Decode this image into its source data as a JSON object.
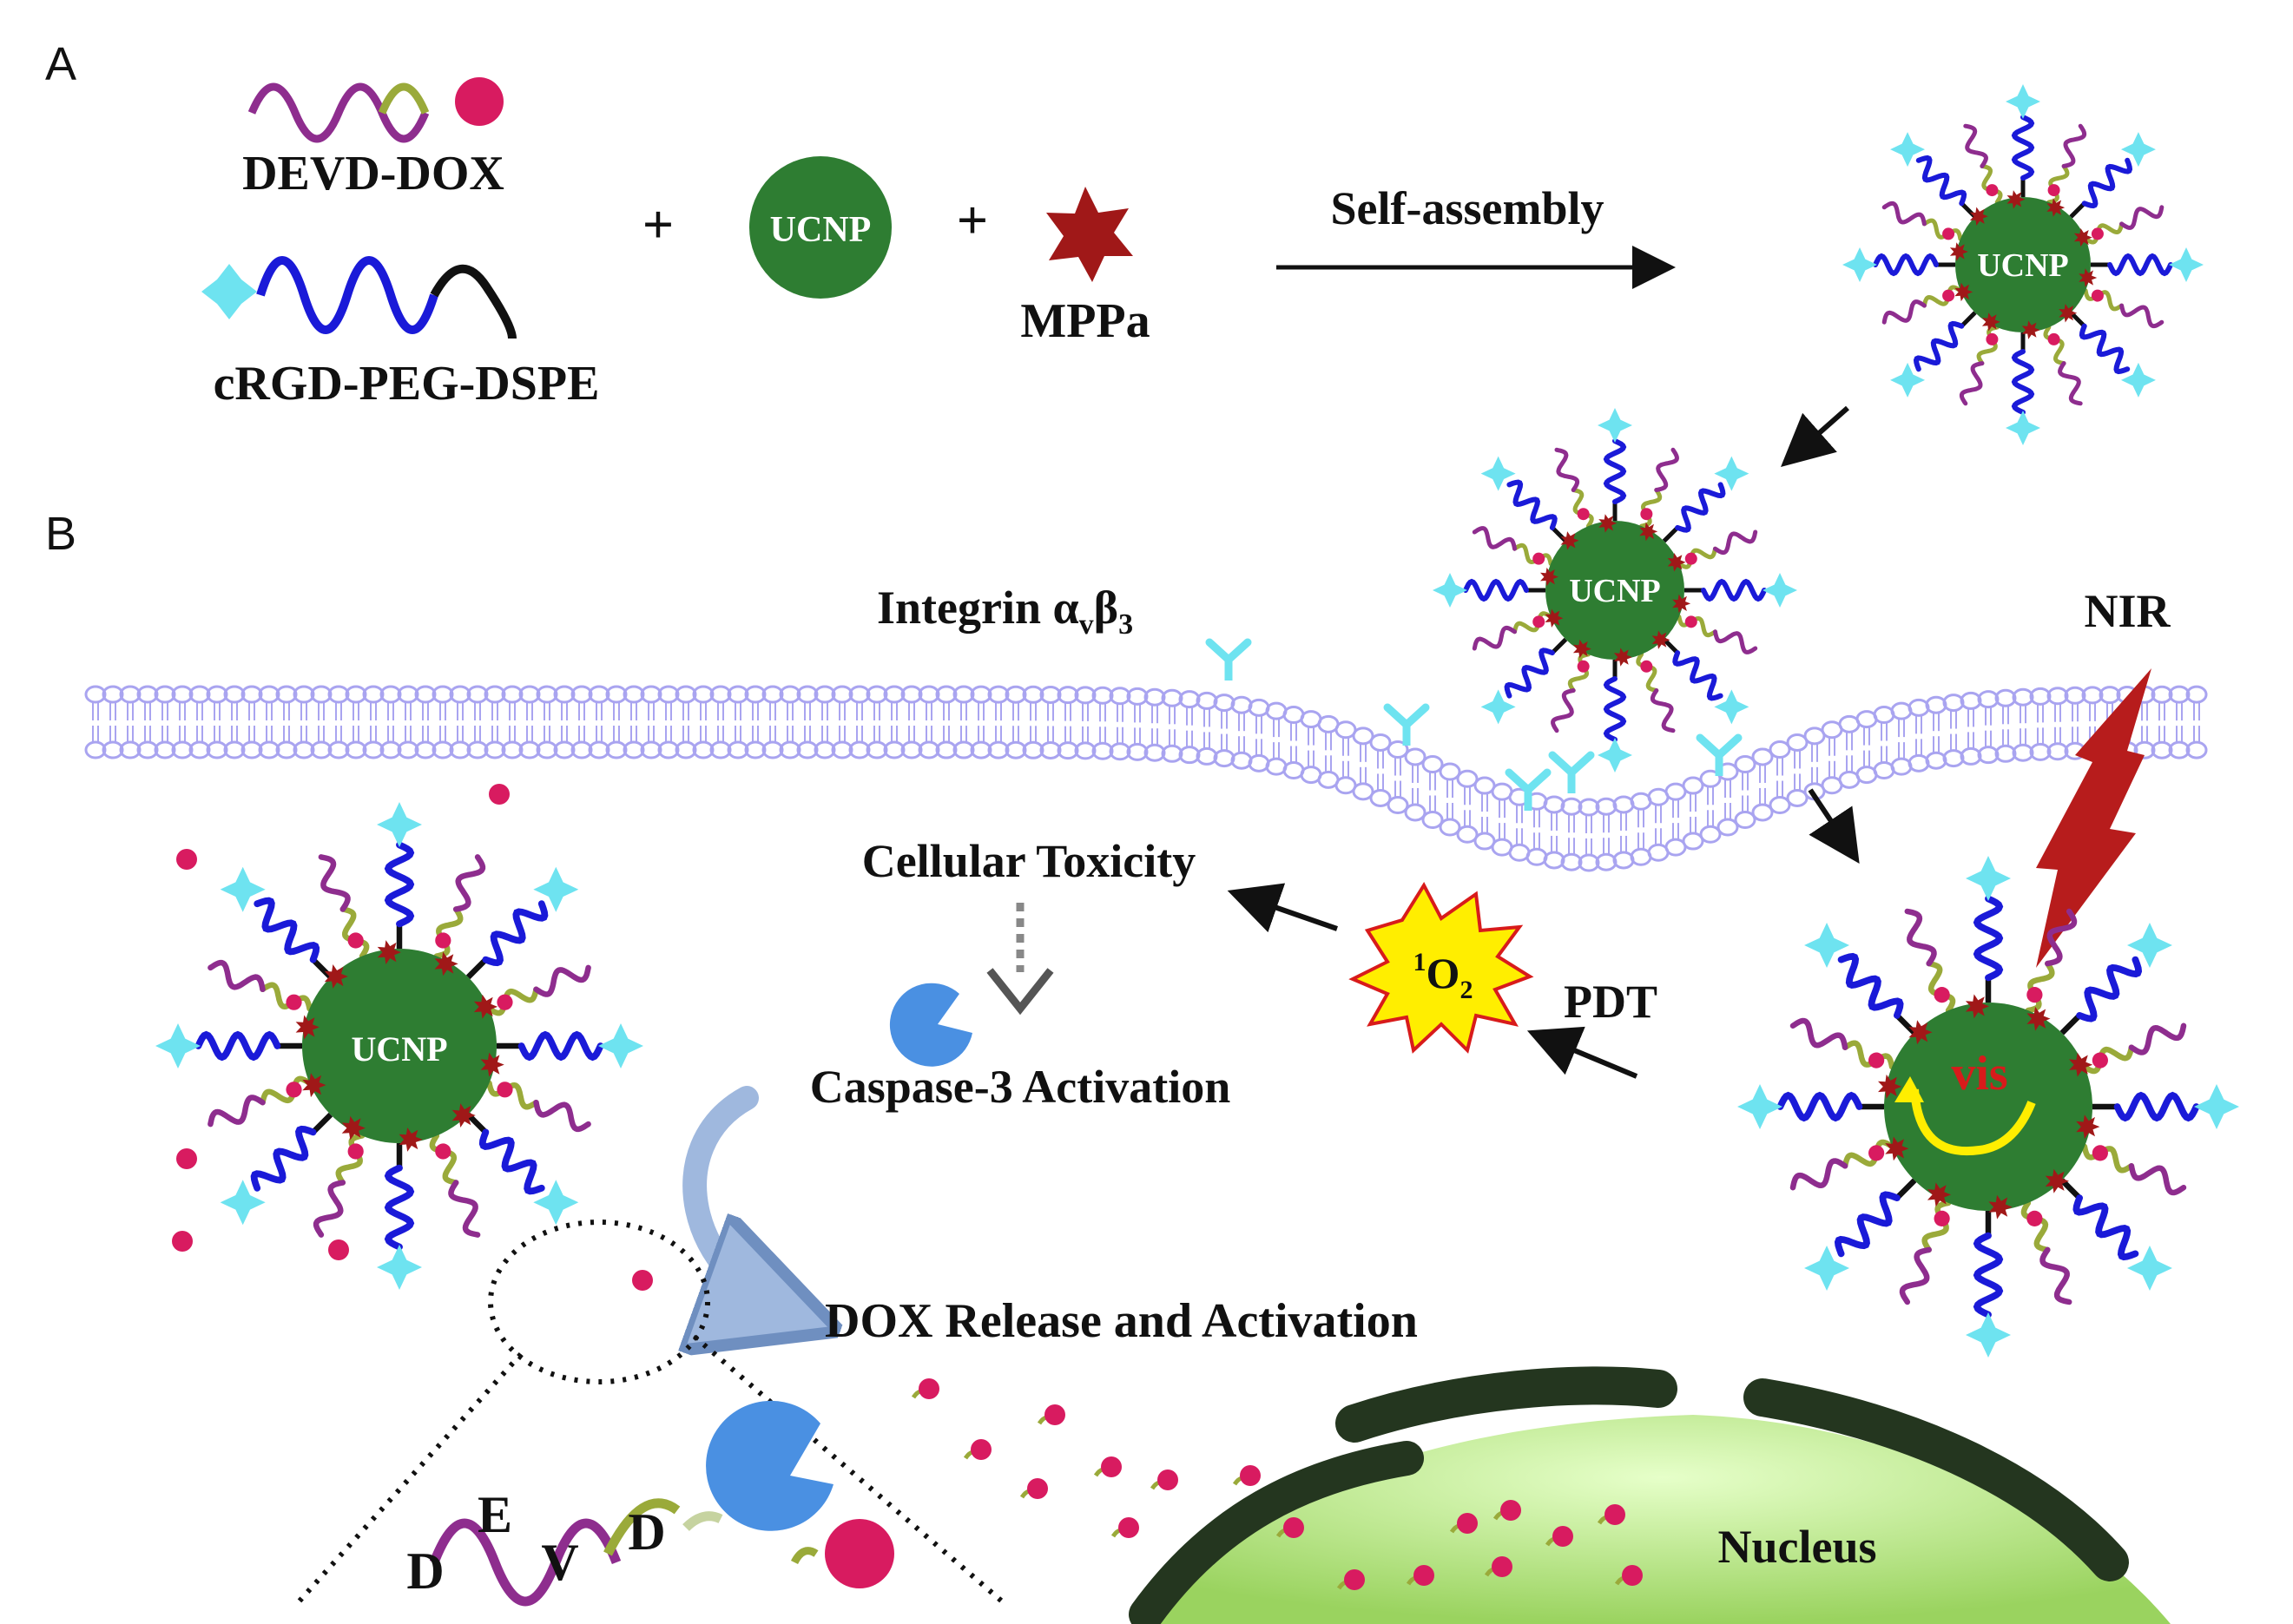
{
  "panels": {
    "a": "A",
    "b": "B"
  },
  "labels": {
    "devd_dox": "DEVD-DOX",
    "crgd_peg_dspe": "cRGD-PEG-DSPE",
    "plus": "+",
    "ucnp": "UCNP",
    "mppa": "MPPa",
    "self_assembly": "Self-assembly",
    "integrin_main": "Integrin α",
    "integrin_sub1": "v",
    "integrin_beta": "β",
    "integrin_sub2": "3",
    "nir": "NIR",
    "vis": "vis",
    "cellular_toxicity": "Cellular Toxicity",
    "caspase": "Caspase-3 Activation",
    "singlet_sup": "1",
    "singlet_o": "O",
    "singlet_sub": "2",
    "pdt": "PDT",
    "dox_release": "DOX Release and Activation",
    "nucleus": "Nucleus",
    "peptide": [
      "D",
      "E",
      "V",
      "D"
    ]
  },
  "colors": {
    "ucnp_green": "#2e7d32",
    "dox_red": "#d81b60",
    "mppa_red": "#a01818",
    "peg_blue": "#1a1ad8",
    "peptide_purple": "#8e2d8e",
    "peptide_olive": "#9aaa3a",
    "crgd_cyan": "#6ee3f0",
    "membrane": "#a9a4f0",
    "caspase_blue": "#4a90e2",
    "singlet_yellow": "#ffee00",
    "nir_red": "#b71c1c",
    "nucleus_green": "#b8e986",
    "arrow_blue": "#9fb8de"
  }
}
